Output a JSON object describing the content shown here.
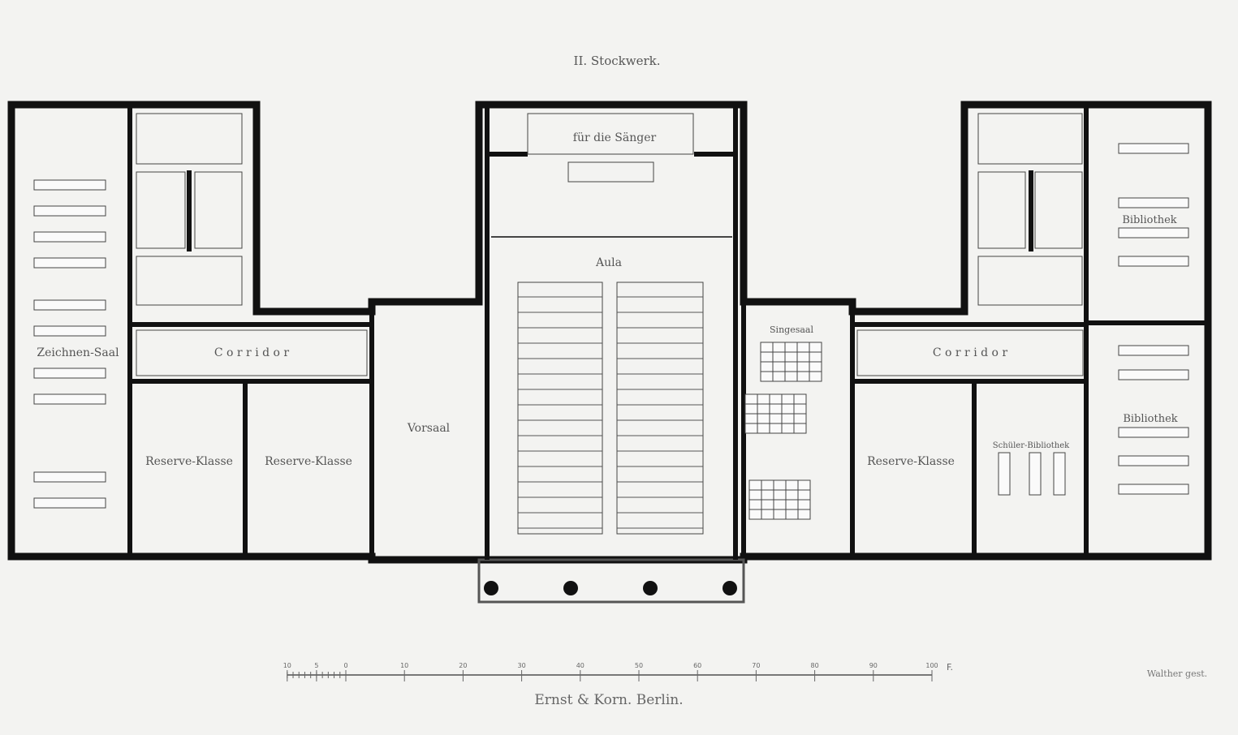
{
  "title": "II. Stockwerk.",
  "rooms": {
    "saenger": "für die Sänger",
    "aula": "Aula",
    "zeichnen_saal": "Zeichnen-Saal",
    "corridor_left": "C o r r i d o r",
    "corridor_right": "C o r r i d o r",
    "reserve_1": "Reserve-Klasse",
    "reserve_2": "Reserve-Klasse",
    "reserve_3": "Reserve-Klasse",
    "vorsaal": "Vorsaal",
    "singesaal": "Singesaal",
    "bibliothek_1": "Bibliothek",
    "bibliothek_2": "Bibliothek",
    "schueler_bibliothek": "Schüler-Bibliothek"
  },
  "scale": {
    "ticks": [
      -10,
      -5,
      0,
      10,
      20,
      30,
      40,
      50,
      60,
      70,
      80,
      90,
      100
    ],
    "tick_labels": [
      "10",
      "5",
      "0",
      "10",
      "20",
      "30",
      "40",
      "50",
      "60",
      "70",
      "80",
      "90",
      "100"
    ],
    "unit": "F."
  },
  "publisher": "Ernst & Korn. Berlin.",
  "engraver": "Walther gest."
}
